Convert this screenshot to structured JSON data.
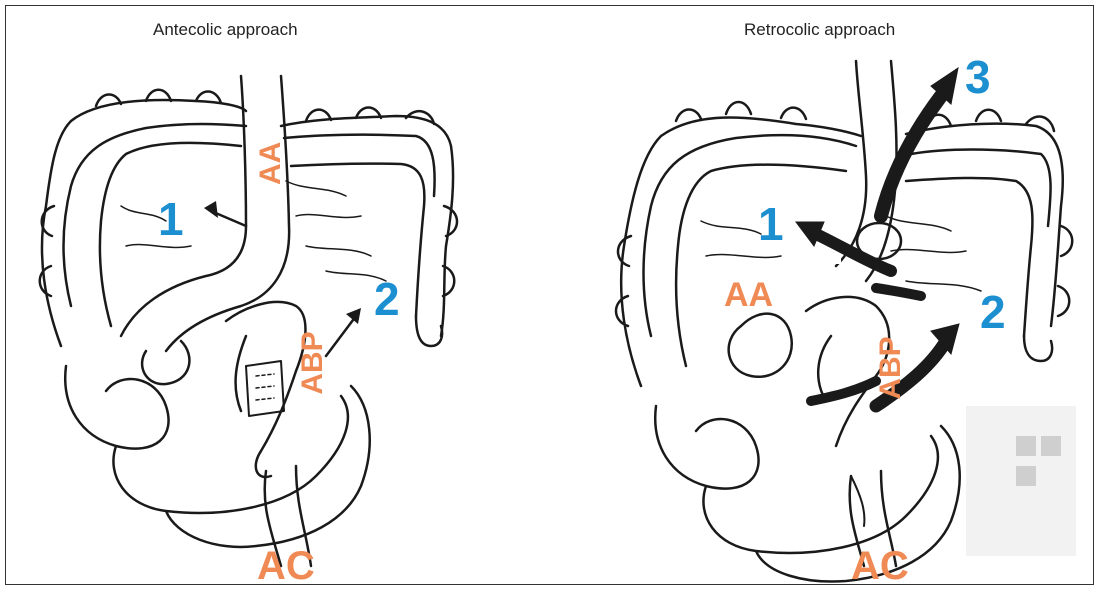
{
  "panels": [
    {
      "title": "Antecolic approach",
      "labels": {
        "aa": "AA",
        "abp": "ABP",
        "ac": "AC",
        "route1": "1",
        "route2": "2"
      }
    },
    {
      "title": "Retrocolic approach",
      "labels": {
        "aa": "AA",
        "abp": "ABP",
        "ac": "AC",
        "route1": "1",
        "route2": "2",
        "route3": "3"
      }
    }
  ],
  "colors": {
    "limb_label": "#f08a55",
    "route_number": "#1c8fd0",
    "line": "#1a1a1a"
  }
}
